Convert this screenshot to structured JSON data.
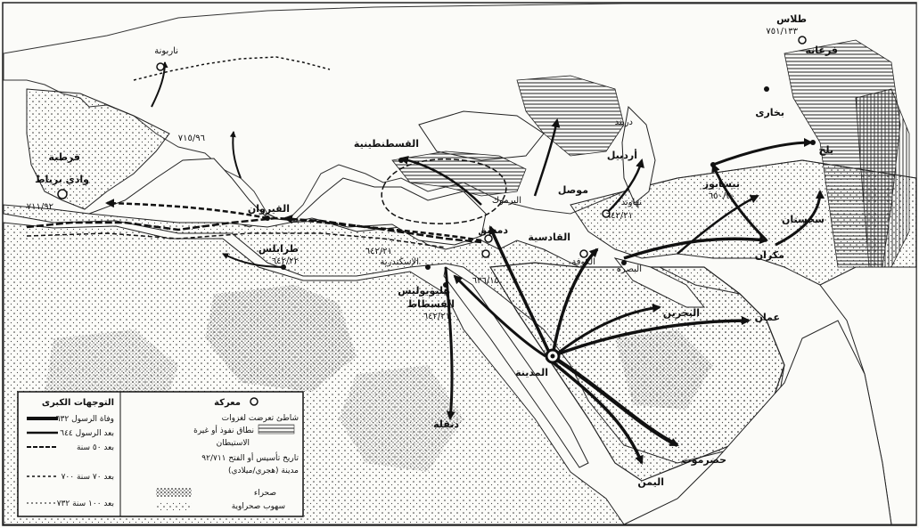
{
  "places": {
    "narbonne": "ناربونة",
    "cordoba": "قرطبة",
    "wadi_barbat": "وادي برباط",
    "wadi_date": "٧١١/٩٢",
    "barcelona_date": "٧١٥/٩٦",
    "kairouan": "القيروان",
    "tripoli": "طرابلس",
    "tripoli_date": "٦٤٢/٢٢",
    "alexandria": "الإسكندرية",
    "alexandria_date": "٦٤٢/٢١",
    "heliopolis": "هليوبوليس",
    "fustat": "الفسطاط",
    "fustat_date": "٦٤٢/٢١",
    "dongola": "دنقلة",
    "constantinople": "القسطنطينية",
    "yarmouk": "اليرموك",
    "damascus": "دمشق",
    "damascus_date": "٦٣٦/١٥",
    "qadisiyyah": "القادسية",
    "basra": "البصرة",
    "kufa": "الكوفة",
    "mosul": "موصل",
    "ardabil": "أردبيل",
    "derbent": "دربند",
    "nahavand": "نهاوند",
    "nahavand_date": "٦٤٢/٢١",
    "nishapur": "نيسابور",
    "nishapur_date": "٦٥٠/٣٠",
    "bukhara": "بخارى",
    "talas": "طلاس",
    "fergana": "فرغانة",
    "balkh": "بلخ",
    "sistan": "سجستان",
    "makran": "مكران",
    "oman": "عمان",
    "bahrain": "البحرين",
    "medina": "المدينة",
    "hadramawt": "حضرموت",
    "yemen": "اليمن",
    "talas_date": "٧٥١/١٣٣"
  },
  "legend": {
    "title": "التوجهات الكبرى",
    "battle": "معركة",
    "row1": "وفاة الرسول ٦٣٢",
    "row2": "بعد الرسول ٦٤٤",
    "row3": "بعد ٥٠ سنة",
    "row4": "بعد ٧٠ سنة ٧٠٠",
    "row5": "بعد ١٠٠ سنة ٧٣٢",
    "r_coast": "شاطئ تعرضت لغزوات",
    "r_influence": "نطاق نفوذ أو غيرة",
    "r_settle": "الاستيطان",
    "r_date": "تاريخ تأسيس أو الفتح ٩٢/٧١١",
    "r_city": "مدينة (هجري/ميلادي)",
    "r_desert": "صحراء",
    "r_steppe": "سهوب صحراوية"
  },
  "colors": {
    "ink": "#111111",
    "paper": "#fbfbf8",
    "hatch": "#555555"
  }
}
